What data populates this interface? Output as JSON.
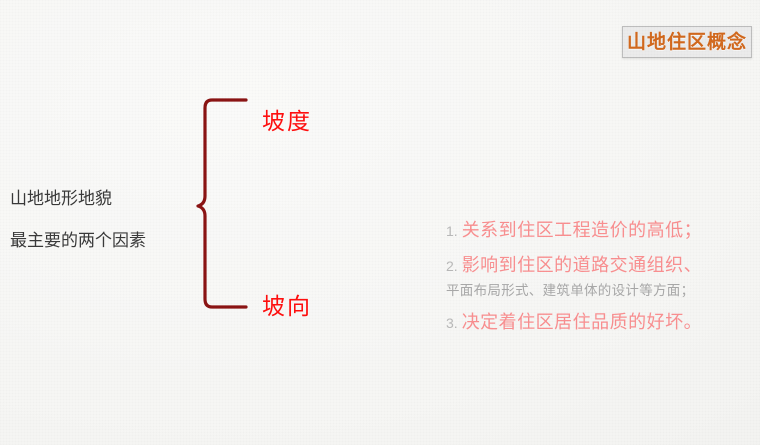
{
  "slide": {
    "background_color": "#f7f7f5",
    "title_badge": {
      "label": "山地住区概念",
      "text_color": "#d2691e",
      "fill_color": "#ebebeb",
      "border_color": "#bdbdbd"
    },
    "left_label": {
      "line1": "山地地形地貌",
      "line2": "最主要的两个因素",
      "text_color": "#3a3a3a"
    },
    "brace": {
      "icon": "curly-brace-right-icon",
      "color": "#8b1414"
    },
    "branches": [
      {
        "label": "坡度",
        "color": "#ff0f0f"
      },
      {
        "label": "坡向",
        "color": "#ff0f0f"
      }
    ],
    "effects": [
      {
        "index": "1.",
        "text": "关系到住区工程造价的高低；",
        "subtext": "",
        "text_color": "#f98f90"
      },
      {
        "index": "2.",
        "text": "影响到住区的道路交通组织、",
        "subtext": "平面布局形式、建筑单体的设计等方面；",
        "text_color": "#f98f90",
        "subtext_color": "#a8a8a8"
      },
      {
        "index": "3.",
        "text": "决定着住区居住品质的好坏。",
        "subtext": "",
        "text_color": "#f98f90"
      }
    ]
  }
}
